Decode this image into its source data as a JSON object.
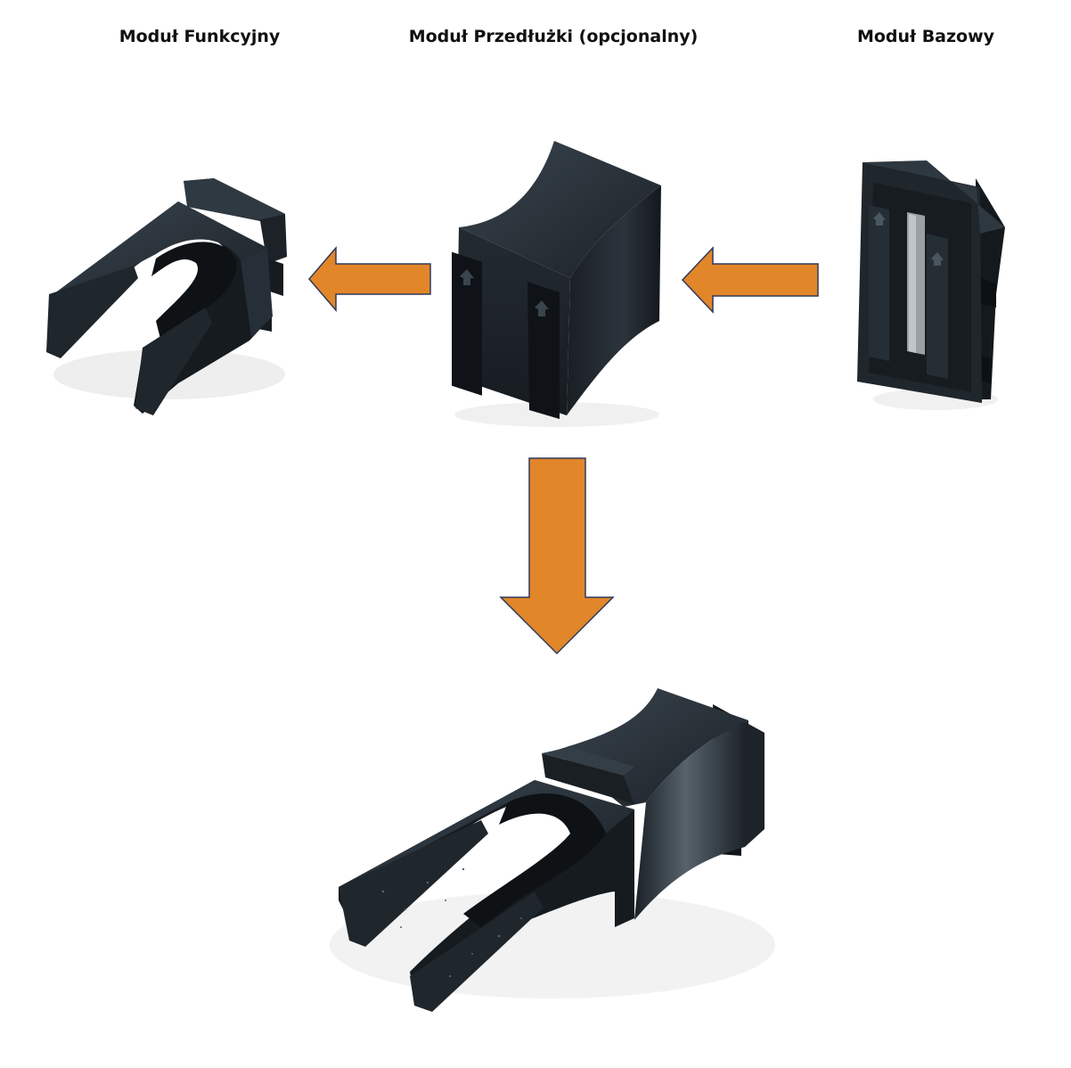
{
  "labels": {
    "functional_module": "Moduł Funkcyjny",
    "extension_module": "Moduł Przedłużki (opcjonalny)",
    "base_module": "Moduł Bazowy"
  },
  "colors": {
    "arrow_fill": "#E2862A",
    "arrow_stroke": "#2F3A5A",
    "part_dark": "#151a1f",
    "part_mid": "#222a31",
    "part_light": "#343e47",
    "part_highlight": "#4a5660",
    "window_gray": "#9aa0a4",
    "background": "#ffffff"
  },
  "icons": {
    "arrow_left": "arrow-left-icon",
    "arrow_down": "arrow-down-icon"
  }
}
